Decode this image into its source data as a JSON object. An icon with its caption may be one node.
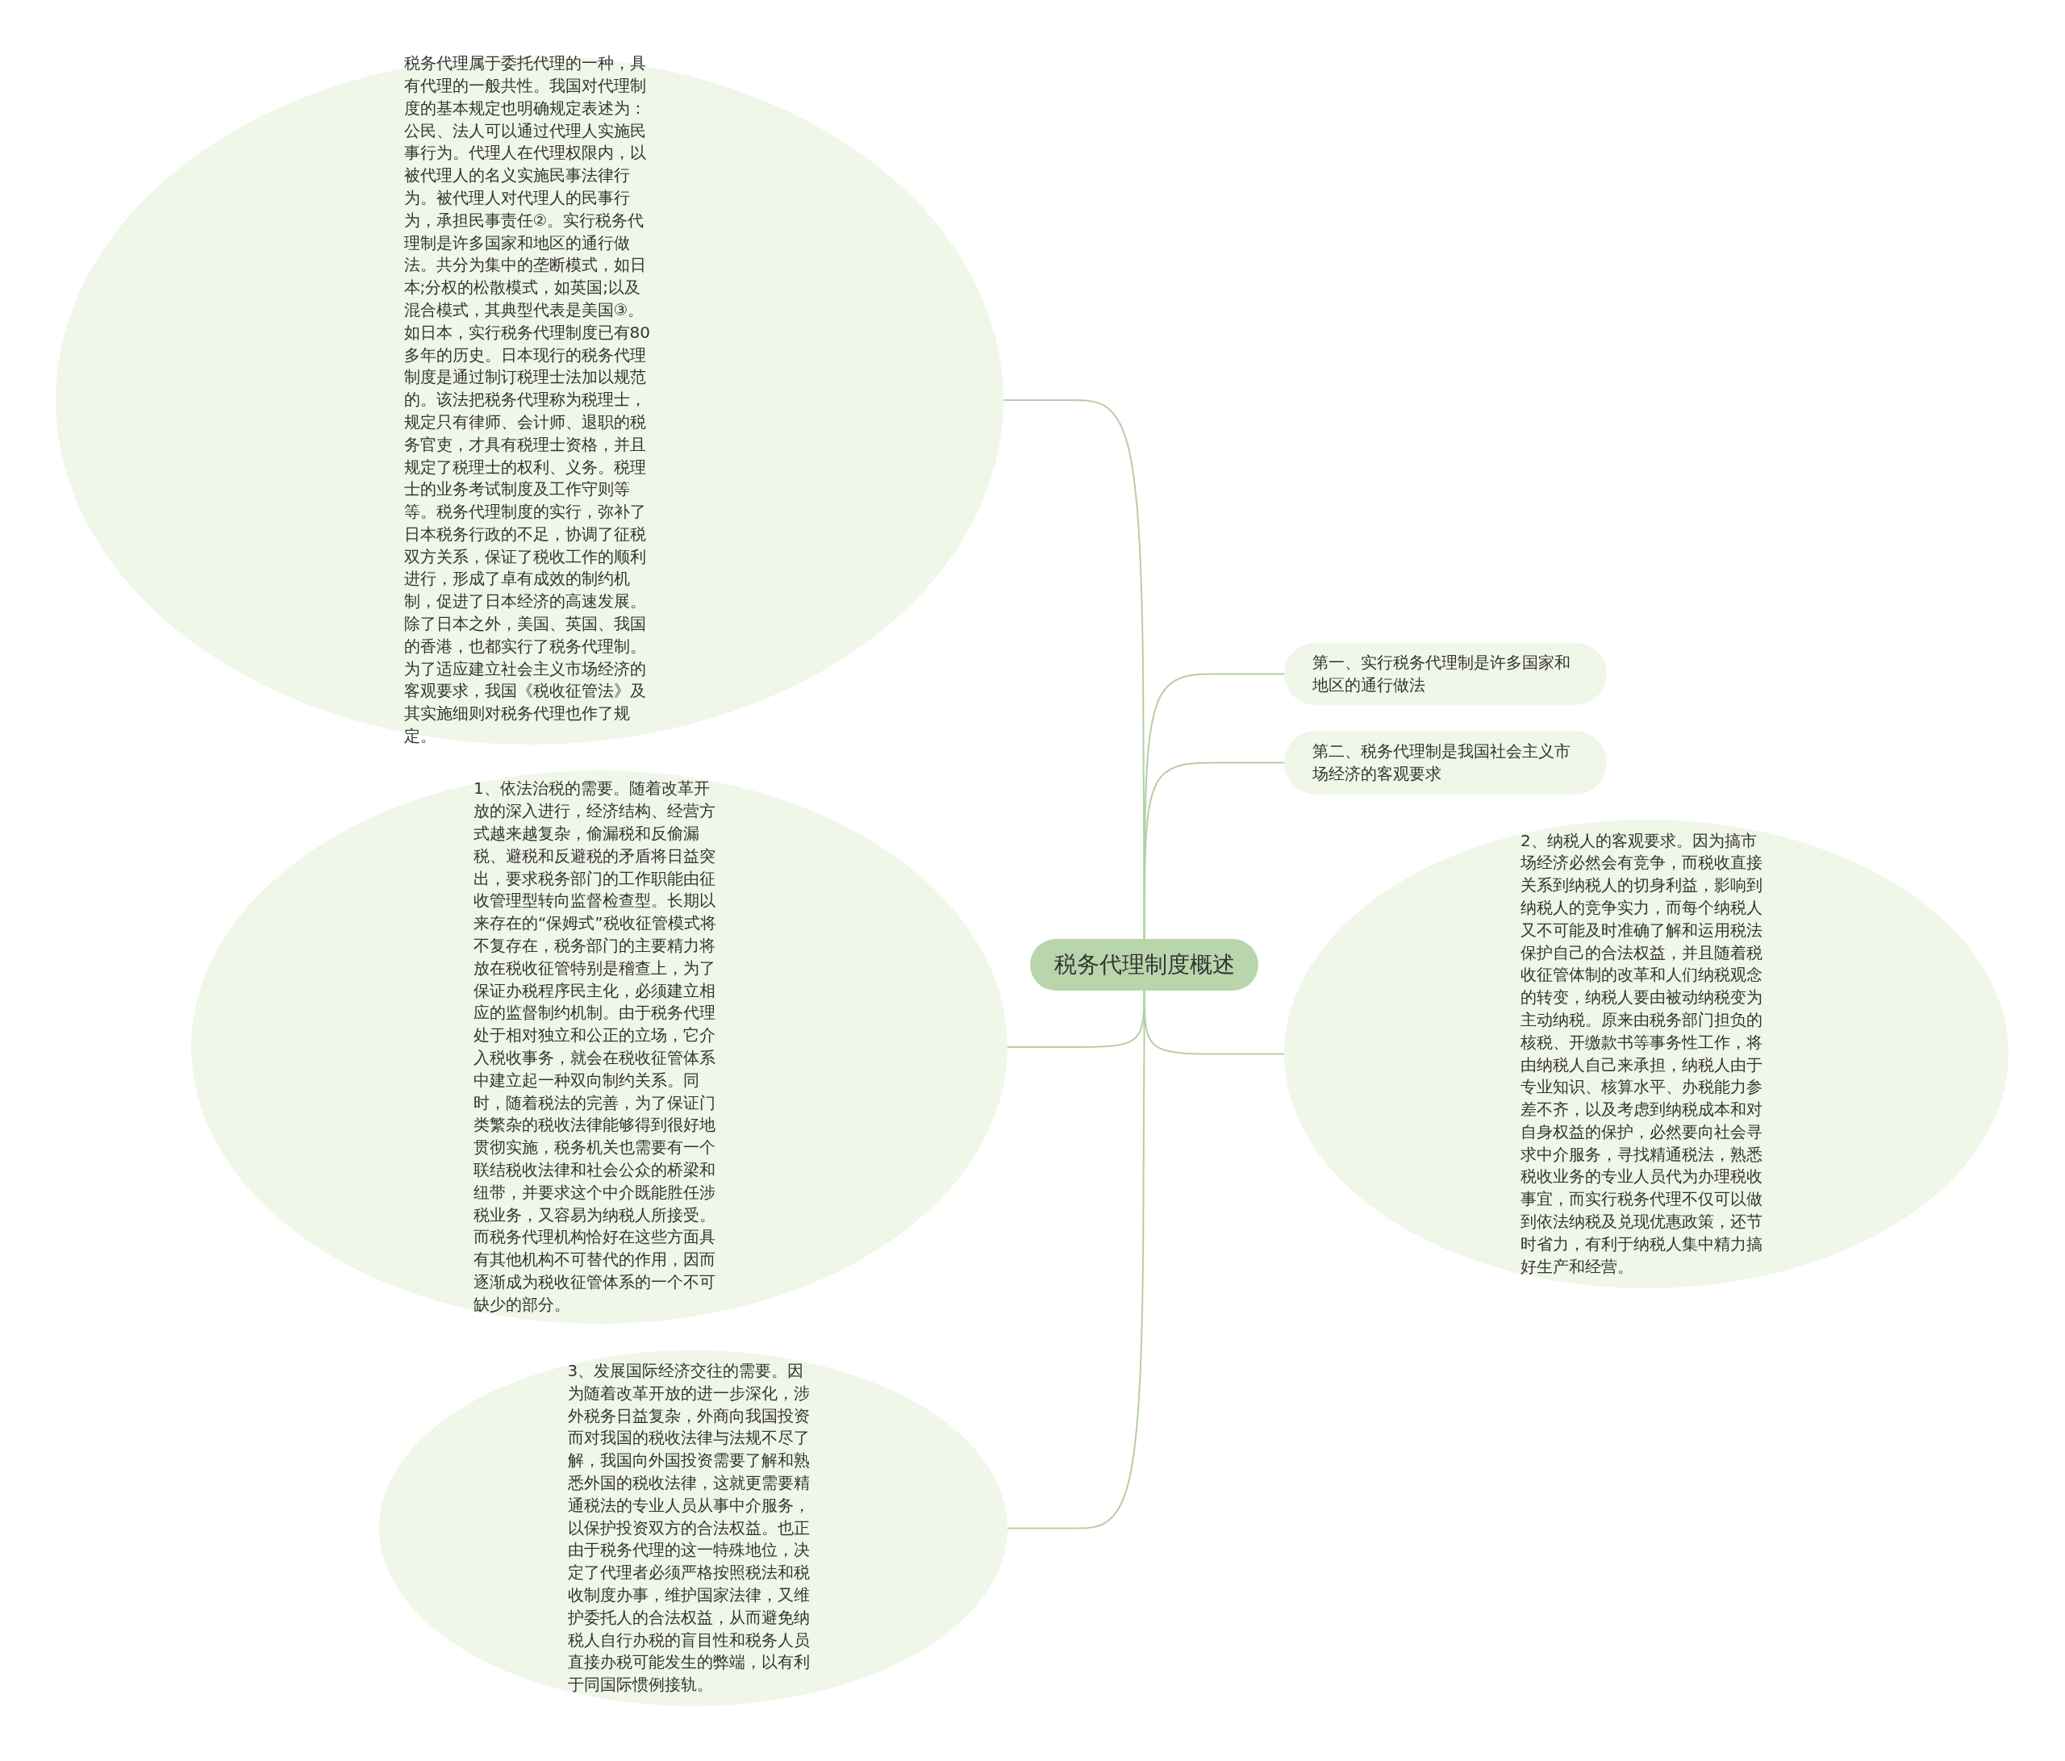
{
  "diagram": {
    "nodes": [
      {
        "text": [
          "税务代理制度概述"
        ]
      },
      {
        "text": [
          "税务代理属于委托代理的一种，具有代理的一般共性。我国对代理制度的基本规定也明确规定表述为：公民、法人可以通过代理人实施民事行为。代理人在代理权限内，以被代理人的名义实施民事法律行为。被代理人对代理人的民事行为，承担民事责任②。实行税务代理制是许多国家和地区的通行做法。共分为集中的垄断模式，如日本;分权的松散模式，如英国;以及混合模式，其典型代表是美国③。如日本，实行税务代理制度已有80多年的历史。日本现行的税务代理制度是通过制订税理士法加以规范的。该法把税务代理称为税理士，规定只有律师、会计师、退职的税务官吏，才具有税理士资格，并且规定了税理士的权利、义务。税理士的业务考试制度及工作守则等等。税务代理制度的实行，弥补了日本税务行政的不足，协调了征税双方关系，保证了税收工作的顺利进行，形成了卓有成效的制约机制，促进了日本经济的高速发展。除了日本之外，美国、英国、我国的香港，也都实行了税务代理制。为了适应建立社会主义市场经济的客观要求，我国《税收征管法》及其实施细则对税务代理也作了规定。"
        ]
      },
      {
        "text": [
          "第一、实行税务代理制是许多国家和地区的通行做法"
        ]
      },
      {
        "text": [
          "第二、税务代理制是我国社会主义市场经济的客观要求"
        ]
      },
      {
        "text": [
          "1、依法治税的需要。随着改革开放的深入进行，经济结构、经营方式越来越复杂，偷漏税和反偷漏税、避税和反避税的矛盾将日益突出，要求税务部门的工作职能由征收管理型转向监督检查型。长期以来存在的“保姆式”税收征管模式将不复存在，税务部门的主要精力将放在税收征管特别是稽查上，为了保证办税程序民主化，必须建立相应的监督制约机制。由于税务代理处于相对独立和公正的立场，它介入税收事务，就会在税收征管体系中建立起一种双向制约关系。同时，随着税法的完善，为了保证门类繁杂的税收法律能够得到很好地贯彻实施，税务机关也需要有一个联结税收法律和社会公众的桥梁和纽带，并要求这个中介既能胜任涉税业务，又容易为纳税人所接受。而税务代理机构恰好在这些方面具有其他机构不可替代的作用，因而逐渐成为税收征管体系的一个不可缺少的部分。"
        ]
      },
      {
        "text": [
          "2、纳税人的客观要求。因为搞市场经济必然会有竞争，而税收直接关系到纳税人的切身利益，影响到纳税人的竞争实力，而每个纳税人又不可能及时准确了解和运用税法保护自己的合法权益，并且随着税收征管体制的改革和人们纳税观念的转变，纳税人要由被动纳税变为主动纳税。原来由税务部门担负的核税、开缴款书等事务性工作，将由纳税人自己来承担，纳税人由于专业知识、核算水平、办税能力参差不齐，以及考虑到纳税成本和对自身权益的保护，必然要向社会寻求中介服务，寻找精通税法，熟悉税收业务的专业人员代为办理税收事宜，而实行税务代理不仅可以做到依法纳税及兑现优惠政策，还节时省力，有利于纳税人集中精力搞好生产和经营。"
        ]
      },
      {
        "text": [
          "3、发展国际经济交往的需要。因为随着改革开放的进一步深化，涉外税务日益复杂，外商向我国投资而对我国的税收法律与法规不尽了解，我国向外国投资需要了解和熟悉外国的税收法律，这就更需要精通税法的专业人员从事中介服务，以保护投资双方的合法权益。也正由于税务代理的这一特殊地位，决定了代理者必须严格按照税法和税收制度办事，维护国家法律，又维护委托人的合法权益，从而避免纳税人自行办税的盲目性和税务人员直接办税可能发生的弊端，以有利于同国际惯例接轨。"
        ]
      }
    ],
    "edges": [
      {
        "from": 0,
        "to": 1,
        "arrow": "none"
      },
      {
        "from": 0,
        "to": 2,
        "arrow": "none"
      },
      {
        "from": 0,
        "to": 3,
        "arrow": "none"
      },
      {
        "from": 0,
        "to": 4,
        "arrow": "none"
      },
      {
        "from": 0,
        "to": 5,
        "arrow": "none"
      },
      {
        "from": 0,
        "to": 6,
        "arrow": "none"
      }
    ]
  }
}
